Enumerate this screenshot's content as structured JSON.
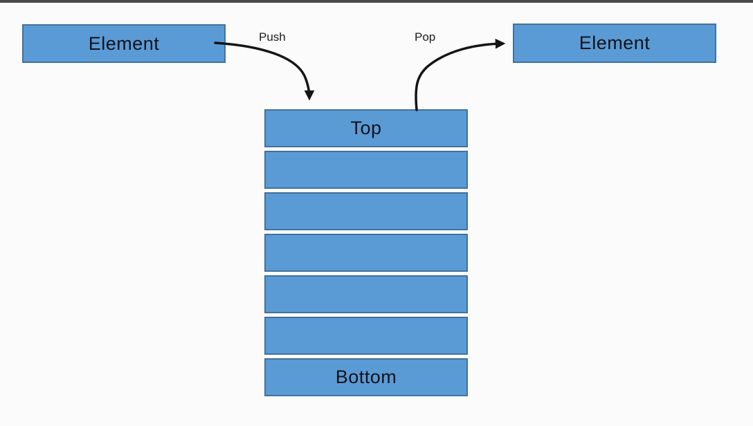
{
  "diagram": {
    "left_element": {
      "label": "Element"
    },
    "right_element": {
      "label": "Element"
    },
    "arrows": {
      "push_label": "Push",
      "pop_label": "Pop"
    },
    "stack": {
      "cells": [
        {
          "label": "Top"
        },
        {
          "label": ""
        },
        {
          "label": ""
        },
        {
          "label": ""
        },
        {
          "label": ""
        },
        {
          "label": ""
        },
        {
          "label": "Bottom"
        }
      ]
    },
    "colors": {
      "box_fill": "#5b9bd5",
      "box_border": "#41719c",
      "label_text": "#10131c",
      "arrow_stroke": "#141414",
      "background": "#fbfbfb",
      "top_bar": "#4a4a4a"
    }
  }
}
